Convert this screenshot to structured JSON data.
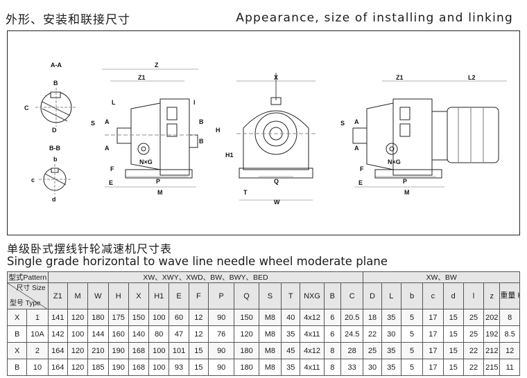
{
  "header": {
    "cn": "外形、安装和联接尺寸",
    "en": "Appearance, size of installing and linking"
  },
  "drawing_labels": {
    "section_aa": "A-A",
    "section_bb": "B-B",
    "dims": [
      "Z",
      "Z1",
      "X",
      "Z1",
      "L2",
      "L",
      "l",
      "S",
      "A",
      "A",
      "B",
      "B",
      "H",
      "H1",
      "N×G",
      "N×G",
      "E",
      "F",
      "P",
      "M",
      "T",
      "Q",
      "W",
      "E",
      "F",
      "P",
      "M",
      "S",
      "A",
      "A",
      "C",
      "D",
      "B",
      "c",
      "d",
      "b"
    ]
  },
  "subtitle": {
    "cn": "单级卧式摆线针轮减速机尺寸表",
    "en": "Single grade horizontal to wave line needle wheel moderate plane"
  },
  "table": {
    "corner": {
      "pattern": "型式Pattern",
      "size": "尺寸 Size",
      "type": "型号 Type"
    },
    "group_left": "XW、XWY、XWD、BW、BWY、BED",
    "group_right": "XW、BW",
    "columns": [
      "Z1",
      "M",
      "W",
      "H",
      "X",
      "H1",
      "E",
      "F",
      "P",
      "Q",
      "S",
      "T",
      "NXG",
      "B",
      "C",
      "D",
      "L",
      "b",
      "c",
      "d",
      "l",
      "z",
      "重量 Kg"
    ],
    "rows": [
      {
        "pattern": "X",
        "size": "1",
        "values": [
          "141",
          "120",
          "180",
          "175",
          "150",
          "100",
          "60",
          "12",
          "90",
          "150",
          "M8",
          "40",
          "4x12",
          "6",
          "20.5",
          "18",
          "35",
          "5",
          "17",
          "15",
          "25",
          "202",
          "8"
        ]
      },
      {
        "pattern": "B",
        "size": "10A",
        "values": [
          "142",
          "100",
          "144",
          "160",
          "140",
          "80",
          "47",
          "12",
          "76",
          "120",
          "M8",
          "35",
          "4x11",
          "6",
          "24.5",
          "22",
          "30",
          "5",
          "17",
          "15",
          "25",
          "192",
          "8.5"
        ]
      },
      {
        "pattern": "X",
        "size": "2",
        "values": [
          "164",
          "120",
          "210",
          "190",
          "168",
          "100",
          "101",
          "15",
          "90",
          "180",
          "M8",
          "45",
          "4x12",
          "8",
          "28",
          "25",
          "35",
          "5",
          "17",
          "15",
          "22",
          "212",
          "12"
        ]
      },
      {
        "pattern": "B",
        "size": "10",
        "values": [
          "164",
          "120",
          "185",
          "190",
          "168",
          "100",
          "93",
          "15",
          "90",
          "180",
          "M8",
          "35",
          "4x11",
          "8",
          "33",
          "30",
          "35",
          "5",
          "17",
          "15",
          "22",
          "215",
          "11"
        ]
      }
    ]
  }
}
